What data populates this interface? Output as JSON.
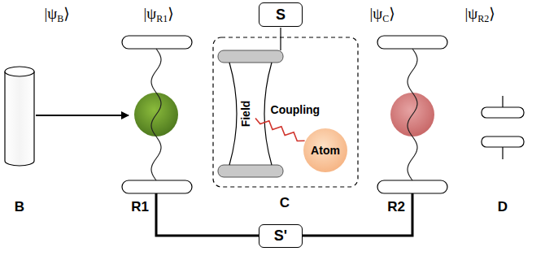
{
  "diagram": {
    "nodes": [
      {
        "text": [
          "S"
        ]
      },
      {
        "text": [
          "Field"
        ]
      },
      {
        "text": [
          "Atom"
        ]
      },
      {
        "text": [
          "S'"
        ]
      }
    ],
    "edges": [
      {
        "from": 1,
        "to": 2,
        "arrow": "none",
        "label": "Coupling"
      }
    ],
    "labels": [
      "|ψB⟩",
      "|ψR1⟩",
      "|ψC⟩",
      "|ψR2⟩",
      "B",
      "R1",
      "C",
      "R2",
      "D"
    ]
  }
}
